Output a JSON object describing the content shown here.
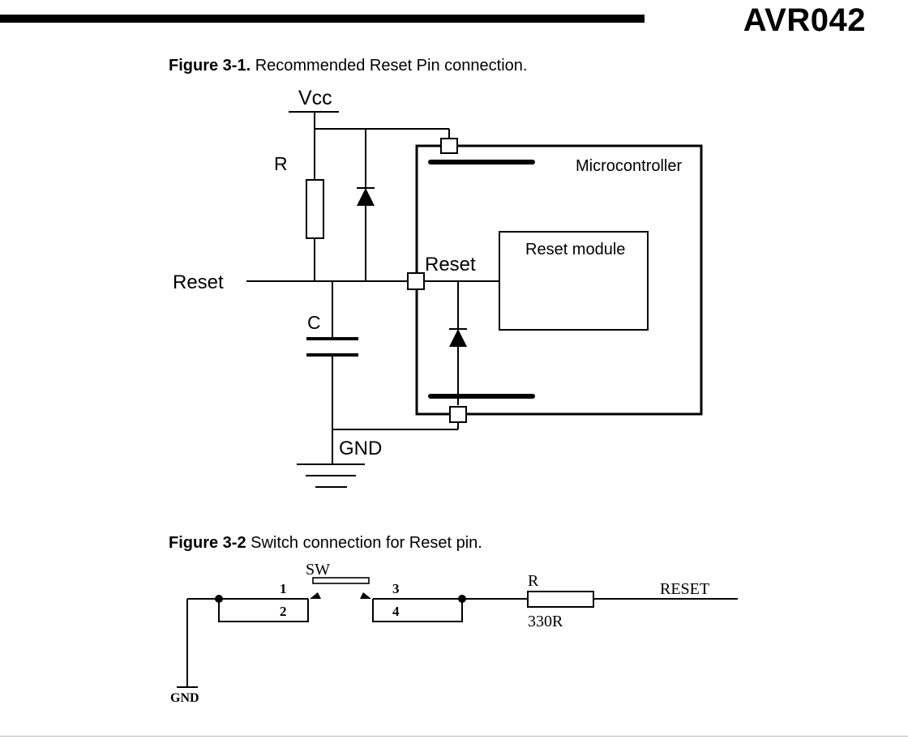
{
  "header": {
    "doc_title": "AVR042"
  },
  "figure1": {
    "caption_num": "Figure 3-1.",
    "caption_text": " Recommended Reset Pin connection.",
    "labels": {
      "vcc": "Vcc",
      "r": "R",
      "c": "C",
      "reset_ext": "Reset",
      "gnd": "GND",
      "microcontroller": "Microcontroller",
      "reset_module": "Reset module",
      "reset_pin": "Reset"
    }
  },
  "figure2": {
    "caption_num": "Figure 3-2",
    "caption_text": " Switch connection for Reset pin.",
    "labels": {
      "sw": "SW",
      "pin1": "1",
      "pin2": "2",
      "pin3": "3",
      "pin4": "4",
      "r": "R",
      "r_value": "330R",
      "reset": "RESET",
      "gnd": "GND"
    }
  }
}
